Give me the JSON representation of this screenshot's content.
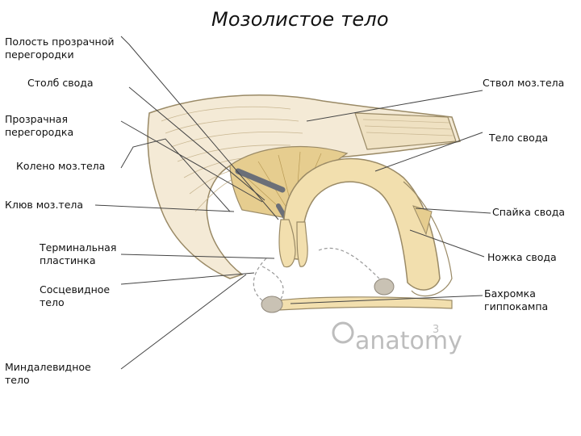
{
  "title": "Мозолистое тело",
  "labels": {
    "cavity_septum": "Полость прозрачной\nперегородки",
    "column_fornix": "Столб свода",
    "septum_pellucidum": "Прозрачная\nперегородка",
    "genu": "Колено моз.тела",
    "rostrum": "Клюв моз.тела",
    "lamina_terminalis": "Терминальная\nпластинка",
    "mammillary_body": "Сосцевидное\nтело",
    "amygdala": "Миндалевидное\nтело",
    "trunk": "Ствол моз.тела",
    "body_fornix": "Тело свода",
    "commissure_fornix": "Спайка свода",
    "crus_fornix": "Ножка свода",
    "fimbria": "Бахромка\nгиппокампа"
  },
  "watermark": {
    "brand": "anatomy",
    "superscript": "3"
  },
  "colors": {
    "callosum_fill": "#f3e9d5",
    "fornix_fill": "#f2dfae",
    "septum_fill": "#e3c98b",
    "outline": "#8a7a5a",
    "leader": "#444444"
  }
}
